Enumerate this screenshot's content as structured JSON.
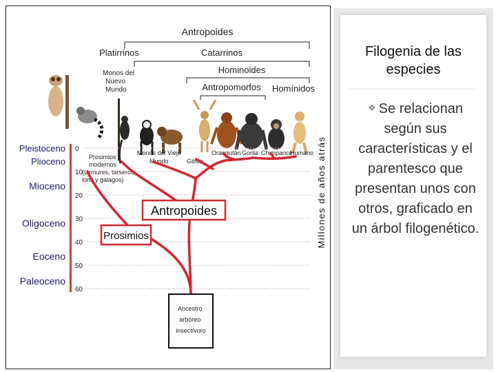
{
  "diagram": {
    "groups": {
      "antropoides_top": "Antropoides",
      "platirrinos": "Platirrinos",
      "catarrinos": "Catarrinos",
      "hominoides": "Hominoides",
      "antropomorfos": "Antropomorfos",
      "hominidos": "Homínidos"
    },
    "taxa": {
      "monos_nuevo_mundo": [
        "Monos del",
        "Nuevo",
        "Mundo"
      ],
      "monos_viejo_mundo": [
        "Monos del Viejo",
        "Mundo"
      ],
      "gibon": "Gibón",
      "orangutan": "Orangután",
      "gorila": "Gorila",
      "chimpance": "Chimpancé",
      "humano": "Humano",
      "prosimios_modernos": [
        "Prosimios",
        "modernos",
        "(Lemures, tarseros,",
        "loris y galagos)"
      ]
    },
    "epochs": [
      "Pleistoceno",
      "Plioceno",
      "Mioceno",
      "Oligoceno",
      "Eoceno",
      "Paleoceno"
    ],
    "scale_ticks": [
      "0",
      "10",
      "20",
      "30",
      "40",
      "50",
      "60"
    ],
    "axis_label": "Millones de años atrás",
    "box_antropoides": "Antropoides",
    "box_prosimios": "Prosimios",
    "ancestor": [
      "Ancestro",
      "arbóreo",
      "insectívoro"
    ],
    "colors": {
      "branch": "#e0202a",
      "box_border": "#e0202a",
      "tick_bar": "#e23a3a",
      "fur_brown": "#8a5a2b",
      "fur_dark": "#2b2b2b"
    }
  },
  "slide": {
    "title": "Filogenia de las especies",
    "bullet": "Se relacionan según sus características y el parentesco que presentan unos con otros, graficado en un árbol filogenético."
  }
}
